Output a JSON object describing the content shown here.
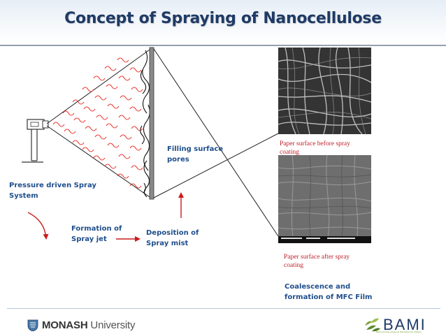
{
  "slide": {
    "title": "Concept of Spraying of Nanocellulose"
  },
  "labels": {
    "pressure": "Pressure driven Spray\nSystem",
    "formation": "Formation of\nSpray jet",
    "deposition": "Deposition of\nSpray mist",
    "filling": "Filling surface\npores",
    "coalescence": "Coalescence and\nformation of MFC Film"
  },
  "captions": {
    "before": "Paper surface before spray\ncoating",
    "after": "Paper surface after spray\ncoating"
  },
  "footer": {
    "monash_bold": "MONASH",
    "monash_rest": " University",
    "bami": "BAMI",
    "bami_tagline": "BioProcessing Advanced Manufacturing Initiative"
  },
  "colors": {
    "title": "#1f3a66",
    "label": "#1f4e8c",
    "fiber": "#e8342b",
    "arrow": "#cc1b1b",
    "caption": "#c0202a"
  }
}
